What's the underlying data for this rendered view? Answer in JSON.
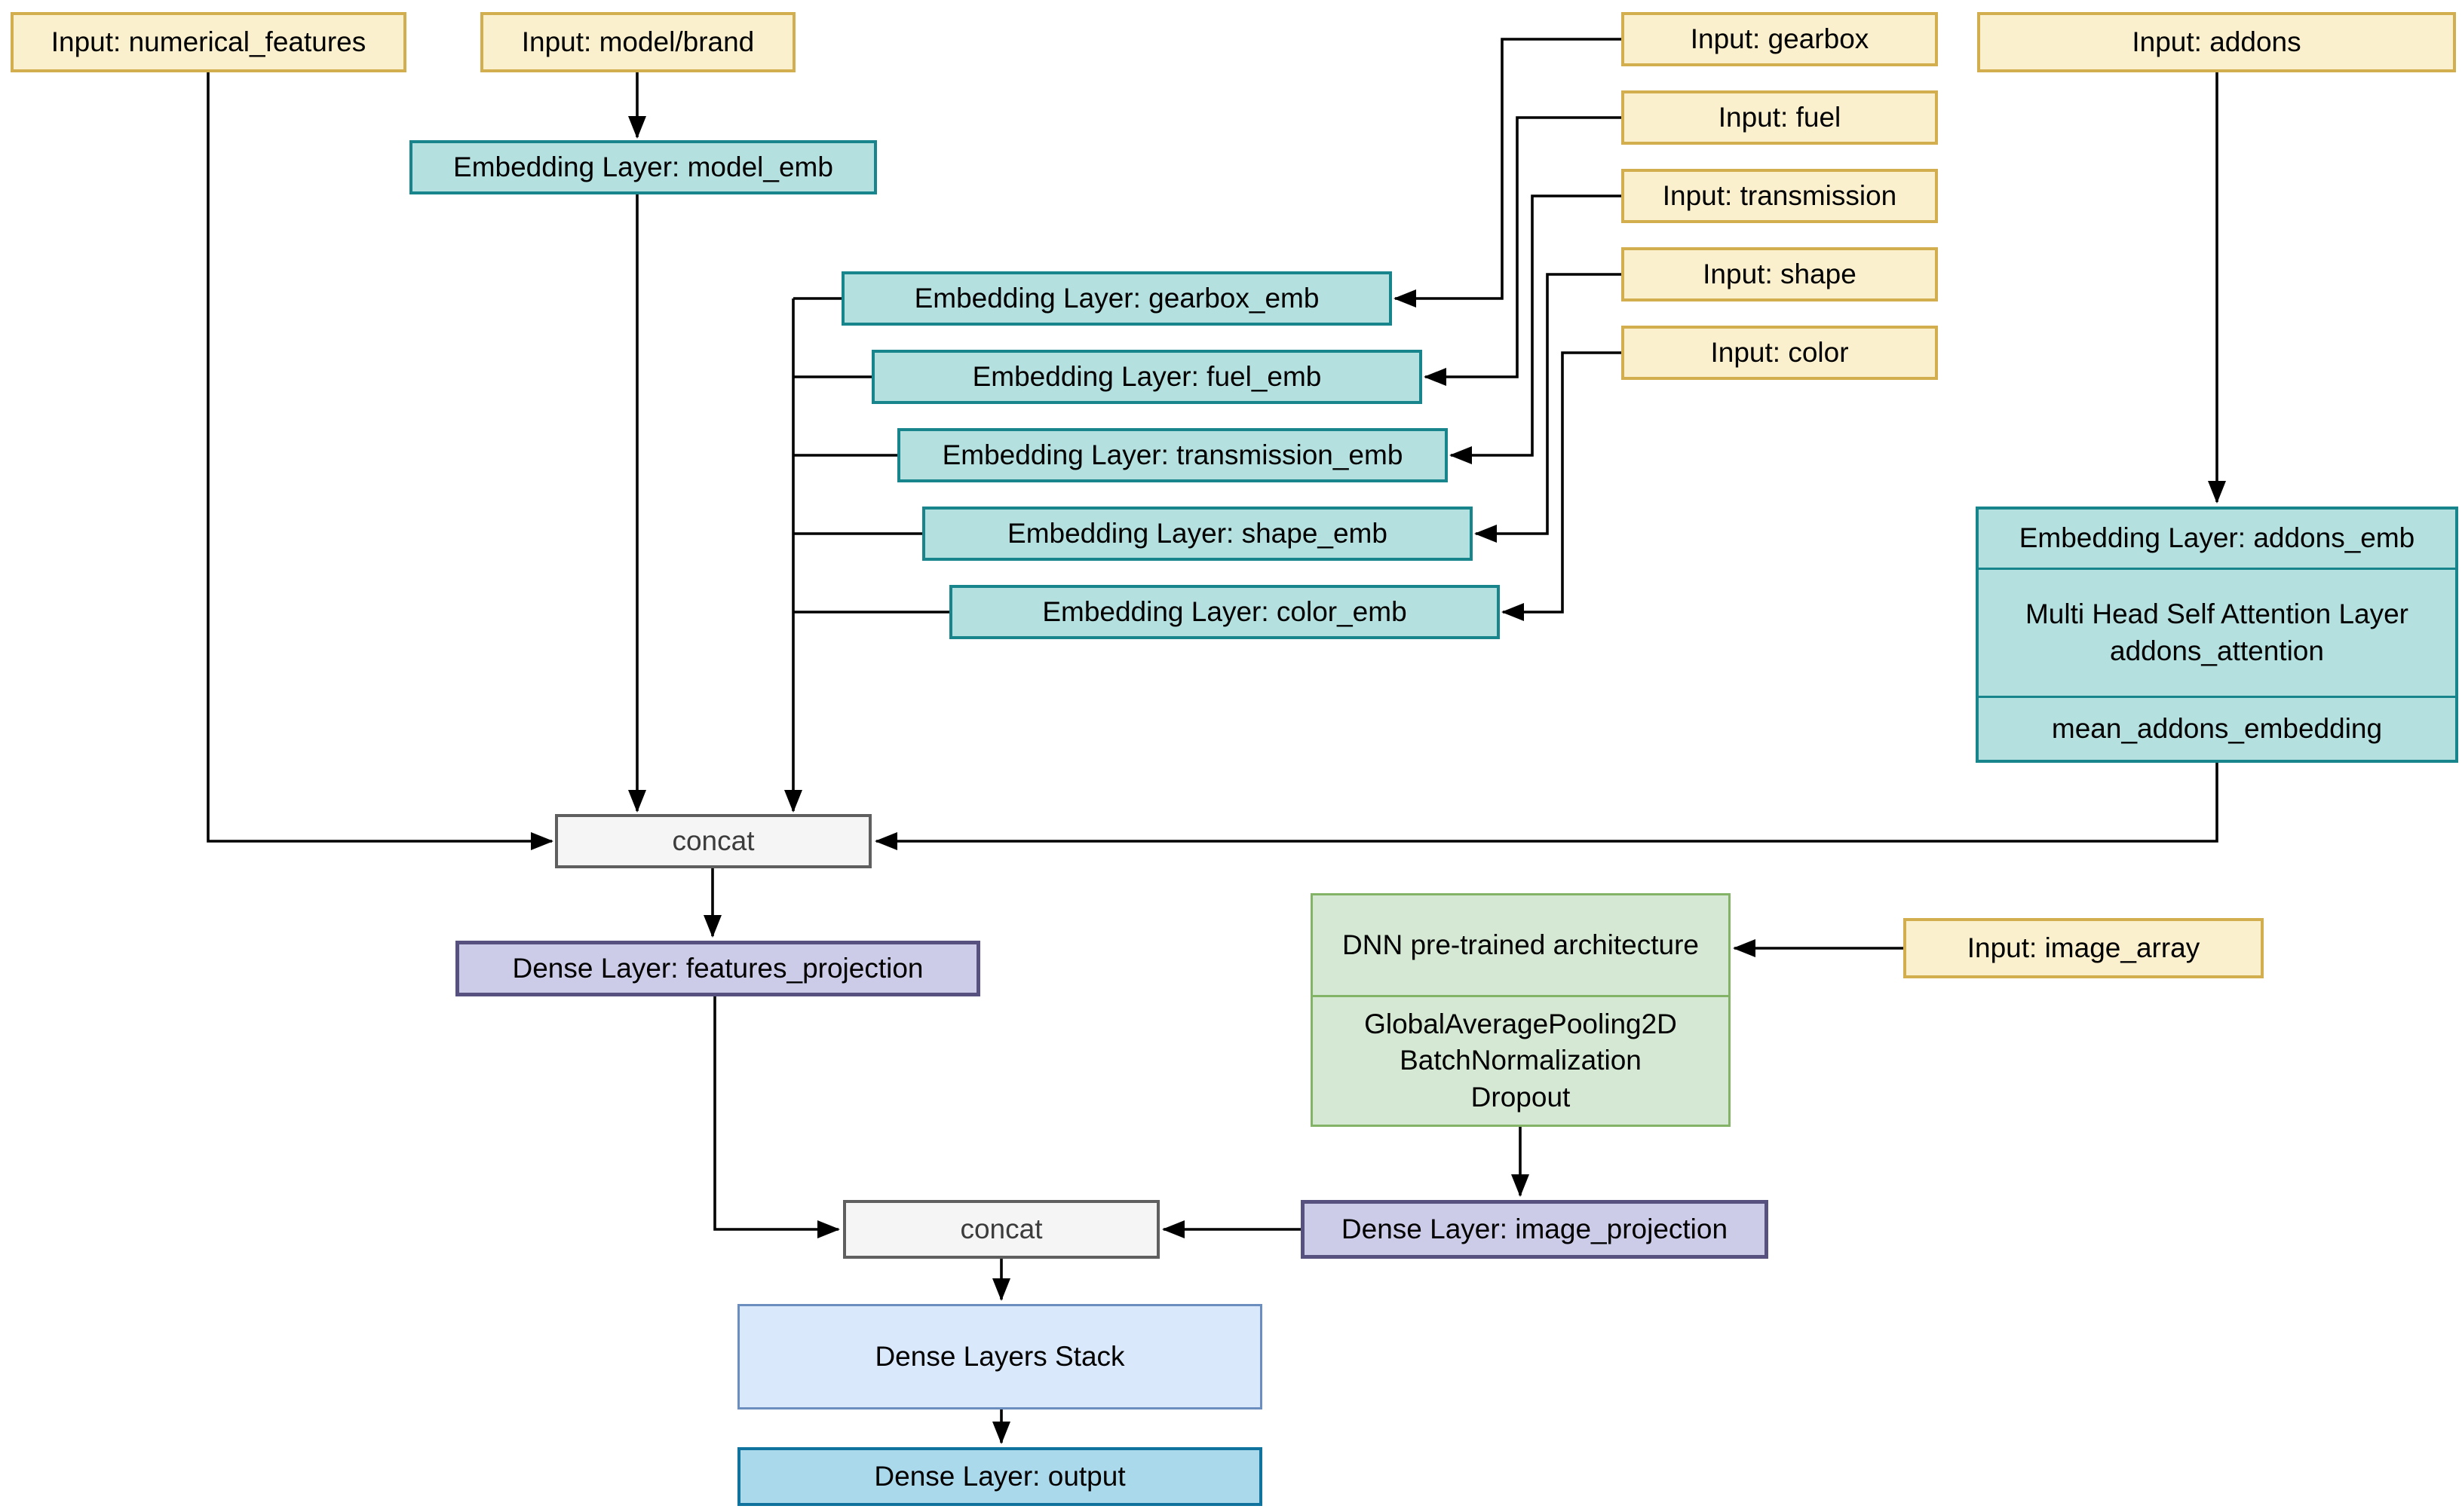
{
  "diagram": {
    "type": "neural-network-architecture-flowchart",
    "colors": {
      "input_fill": "#FBF0CD",
      "input_stroke": "#D2AE4E",
      "embedding_fill": "#B4E0DF",
      "embedding_stroke": "#17858B",
      "concat_fill": "#F5F5F5",
      "concat_stroke": "#5F5F5F",
      "dense_fill": "#CDCCE8",
      "dense_stroke": "#56517E",
      "dnn_fill": "#D5E8D4",
      "dnn_stroke": "#82B366",
      "stack_fill": "#DAE8FC",
      "stack_stroke": "#6C8EBF",
      "output_fill": "#ABD9EC",
      "output_stroke": "#10739E",
      "edge": "#000000",
      "background": "#FFFFFF"
    },
    "nodes": {
      "input_numerical": {
        "label": "Input: numerical_features"
      },
      "input_model": {
        "label": "Input: model/brand"
      },
      "emb_model": {
        "label": "Embedding Layer: model_emb"
      },
      "input_gearbox": {
        "label": "Input: gearbox"
      },
      "input_fuel": {
        "label": "Input: fuel"
      },
      "input_transmission": {
        "label": "Input: transmission"
      },
      "input_shape": {
        "label": "Input: shape"
      },
      "input_color": {
        "label": "Input: color"
      },
      "input_addons": {
        "label": "Input: addons"
      },
      "emb_gearbox": {
        "label": "Embedding Layer: gearbox_emb"
      },
      "emb_fuel": {
        "label": "Embedding Layer: fuel_emb"
      },
      "emb_transmission": {
        "label": "Embedding Layer: transmission_emb"
      },
      "emb_shape": {
        "label": "Embedding Layer: shape_emb"
      },
      "emb_color": {
        "label": "Embedding Layer: color_emb"
      },
      "addons_stack": {
        "rows": [
          "Embedding Layer: addons_emb",
          "Multi Head Self Attention Layer\naddons_attention",
          "mean_addons_embedding"
        ]
      },
      "concat1": {
        "label": "concat"
      },
      "features_projection": {
        "label": "Dense Layer: features_projection"
      },
      "dnn_box": {
        "rows": [
          "DNN pre-trained architecture",
          "GlobalAveragePooling2D\nBatchNormalization\nDropout"
        ]
      },
      "input_image_array": {
        "label": "Input: image_array"
      },
      "image_projection": {
        "label": "Dense Layer: image_projection"
      },
      "concat2": {
        "label": "concat"
      },
      "dense_stack": {
        "label": "Dense Layers Stack"
      },
      "dense_output": {
        "label": "Dense Layer: output"
      }
    }
  }
}
